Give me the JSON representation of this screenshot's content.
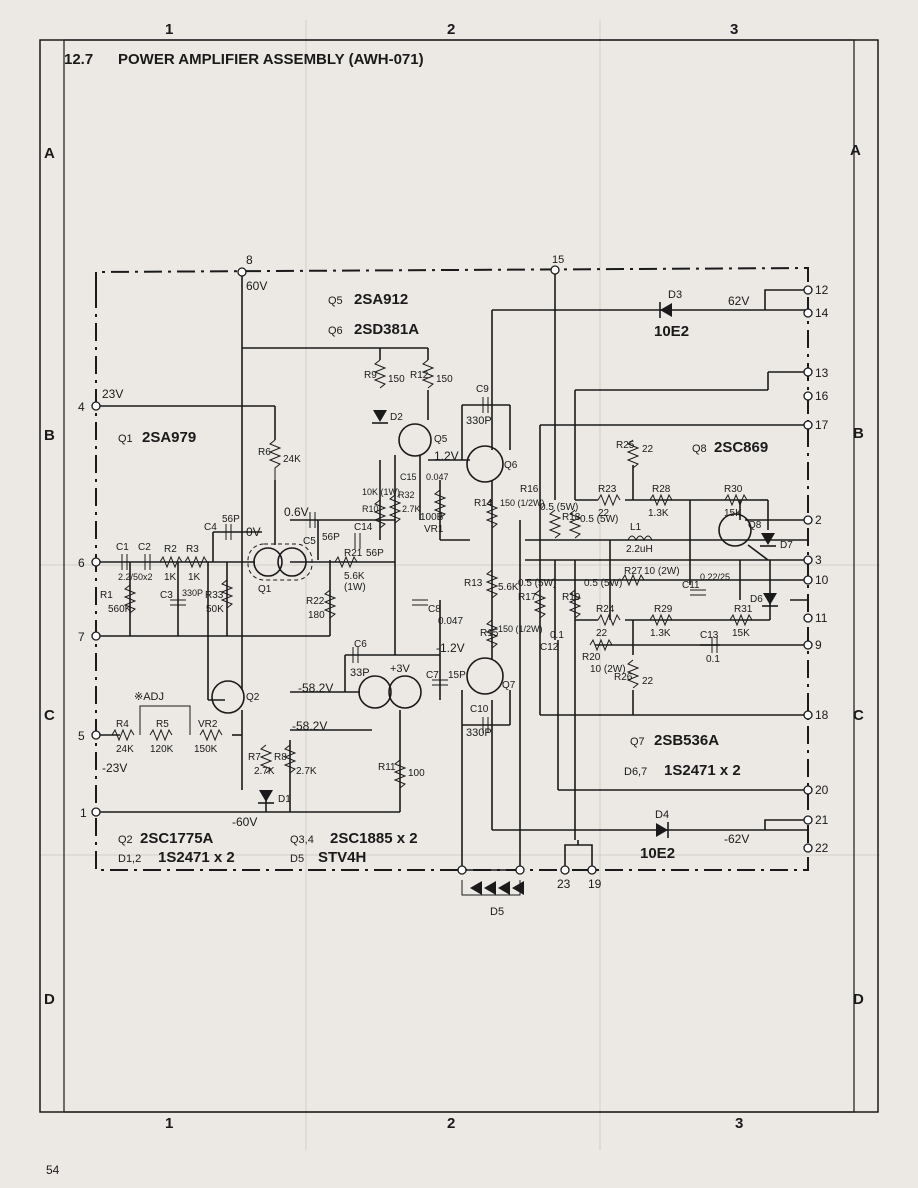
{
  "title": {
    "number": "12.7",
    "text": "POWER AMPLIFIER ASSEMBLY (AWH-071)"
  },
  "page_number": "54",
  "grid": {
    "columns": [
      "1",
      "2",
      "3"
    ],
    "rows": [
      "A",
      "B",
      "C",
      "D"
    ]
  },
  "terminals": [
    "1",
    "2",
    "3",
    "4",
    "5",
    "6",
    "7",
    "8",
    "9",
    "10",
    "11",
    "12",
    "13",
    "14",
    "15",
    "16",
    "17",
    "18",
    "19",
    "20",
    "21",
    "22",
    "23"
  ],
  "transistors": [
    {
      "ref": "Q5",
      "type": "2SA912"
    },
    {
      "ref": "Q6",
      "type": "2SD381A"
    },
    {
      "ref": "Q1",
      "type": "2SA979"
    },
    {
      "ref": "Q8",
      "type": "2SC869"
    },
    {
      "ref": "Q7",
      "type": "2SB536A"
    },
    {
      "ref": "Q2",
      "type": "2SC1775A"
    },
    {
      "ref": "Q3,4",
      "type": "2SC1885 x 2"
    }
  ],
  "diodes": [
    {
      "ref": "D3",
      "type": "10E2"
    },
    {
      "ref": "D4",
      "type": "10E2"
    },
    {
      "ref": "D6,7",
      "type": "1S2471 x 2"
    },
    {
      "ref": "D1,2",
      "type": "1S2471 x 2"
    },
    {
      "ref": "D5",
      "type": "STV4H"
    }
  ],
  "voltages": {
    "v8": "60V",
    "v23": "23V",
    "v62": "62V",
    "vq6": "1.2V",
    "v06": "0.6V",
    "v0": "0V",
    "vq2": "-58.2V",
    "vq4": "-58.2V",
    "vq3": "+3V",
    "vq7": "-1.2V",
    "vn23": "-23V",
    "vn60": "-60V",
    "vn62": "-62V"
  },
  "components": {
    "r1": "R1",
    "r1v": "560K",
    "c1": "C1",
    "c2": "C2",
    "c12v": "2.2/50x2",
    "r2": "R2",
    "r2v": "1K",
    "r3": "R3",
    "r3v": "1K",
    "c3": "C3",
    "c3v": "330P",
    "c4": "C4",
    "c4v": "56P",
    "r33": "R33",
    "r33v": "50K",
    "c5": "C5",
    "c5v": "56P",
    "r22": "R22",
    "r22v": "180",
    "r6": "R6",
    "r6v": "24K",
    "r9": "R9",
    "r9v": "150",
    "r12": "R12",
    "r12v": "150",
    "d2": "D2",
    "c14": "C14",
    "r21": "R21",
    "r21v": "56P",
    "r21r": "5.6K",
    "r21w": "(1W)",
    "r10": "R10",
    "r10v": "10K (1W)",
    "c15": "C15",
    "c15v": "0.047",
    "r32": "R32",
    "r32v": "2.7K",
    "vr1": "VR1",
    "vr1v": "100B",
    "c8": "C8",
    "c8v": "0.047",
    "c9": "C9",
    "c9v": "330P",
    "r14": "R14",
    "r14v": "150 (1/2W)",
    "r16": "R16",
    "r16v": "0.5 (5W)",
    "r13": "R13",
    "r13v": "5.6K",
    "r15": "R15",
    "r15v": "150 (1/2W)",
    "r17": "R17",
    "r17v": "0.5 (5W)",
    "c12": "C12",
    "c12v2": "0.1",
    "c6": "C6",
    "c6v": "33P",
    "c7": "C7",
    "c7v": "15P",
    "c10": "C10",
    "c10v": "330P",
    "r11": "R11",
    "r11v": "100",
    "r18": "R18",
    "r18v": "0.5 (5W)",
    "r19": "R19",
    "r19v": "0.5 (5W)",
    "r25": "R25",
    "r25v": "22",
    "r23": "R23",
    "r23v": "22",
    "r28": "R28",
    "r28v": "1.3K",
    "r30": "R30",
    "r30v": "15K",
    "l1": "L1",
    "l1v": "2.2uH",
    "r27": "R27",
    "r27v": "10 (2W)",
    "c11": "C11",
    "c11v": "0.22/25",
    "r24": "R24",
    "r24v": "22",
    "r29": "R29",
    "r29v": "1.3K",
    "r31": "R31",
    "r31v": "15K",
    "c13": "C13",
    "c13v": "0.1",
    "r20": "R20",
    "r20v": "10 (2W)",
    "r26": "R26",
    "r26v": "22",
    "r4": "R4",
    "r4v": "24K",
    "r5": "R5",
    "r5v": "120K",
    "vr2": "VR2",
    "vr2v": "150K",
    "adj": "※ADJ",
    "r7": "R7",
    "r7v": "2.7K",
    "r8": "R8",
    "r8v": "2.7K",
    "d1": "D1",
    "d6": "D6",
    "d7": "D7"
  }
}
